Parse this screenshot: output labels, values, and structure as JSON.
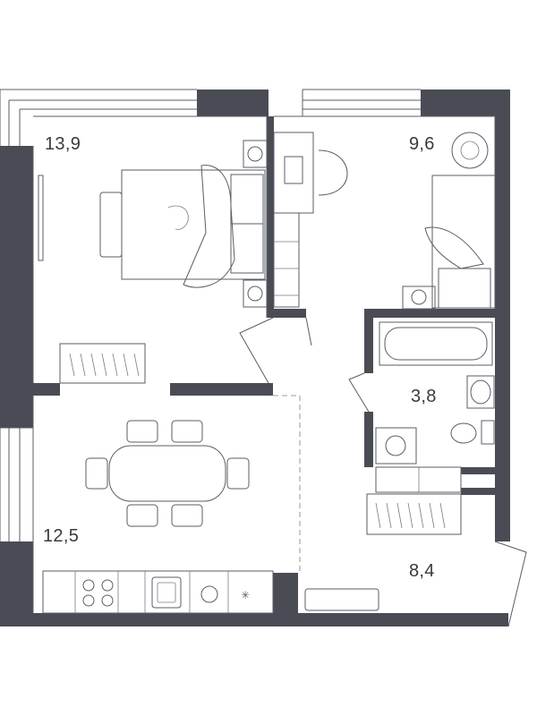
{
  "rooms": [
    {
      "id": "bedroom",
      "area": "13,9"
    },
    {
      "id": "bedroom-2",
      "area": "9,6"
    },
    {
      "id": "bathroom",
      "area": "3,8"
    },
    {
      "id": "living-kitchen",
      "area": "12,5"
    },
    {
      "id": "hallway",
      "area": "8,4"
    }
  ],
  "colors": {
    "wall": "#4a4c55",
    "line": "#5b5d66",
    "background": "#ffffff"
  },
  "icons": [
    "bed-icon",
    "desk-icon",
    "chair-icon",
    "plant-icon",
    "bathtub-icon",
    "toilet-icon",
    "sink-icon",
    "washing-machine-icon",
    "dining-table-icon",
    "stove-icon",
    "wardrobe-icon",
    "tv-icon",
    "rug-icon",
    "fridge-icon"
  ]
}
